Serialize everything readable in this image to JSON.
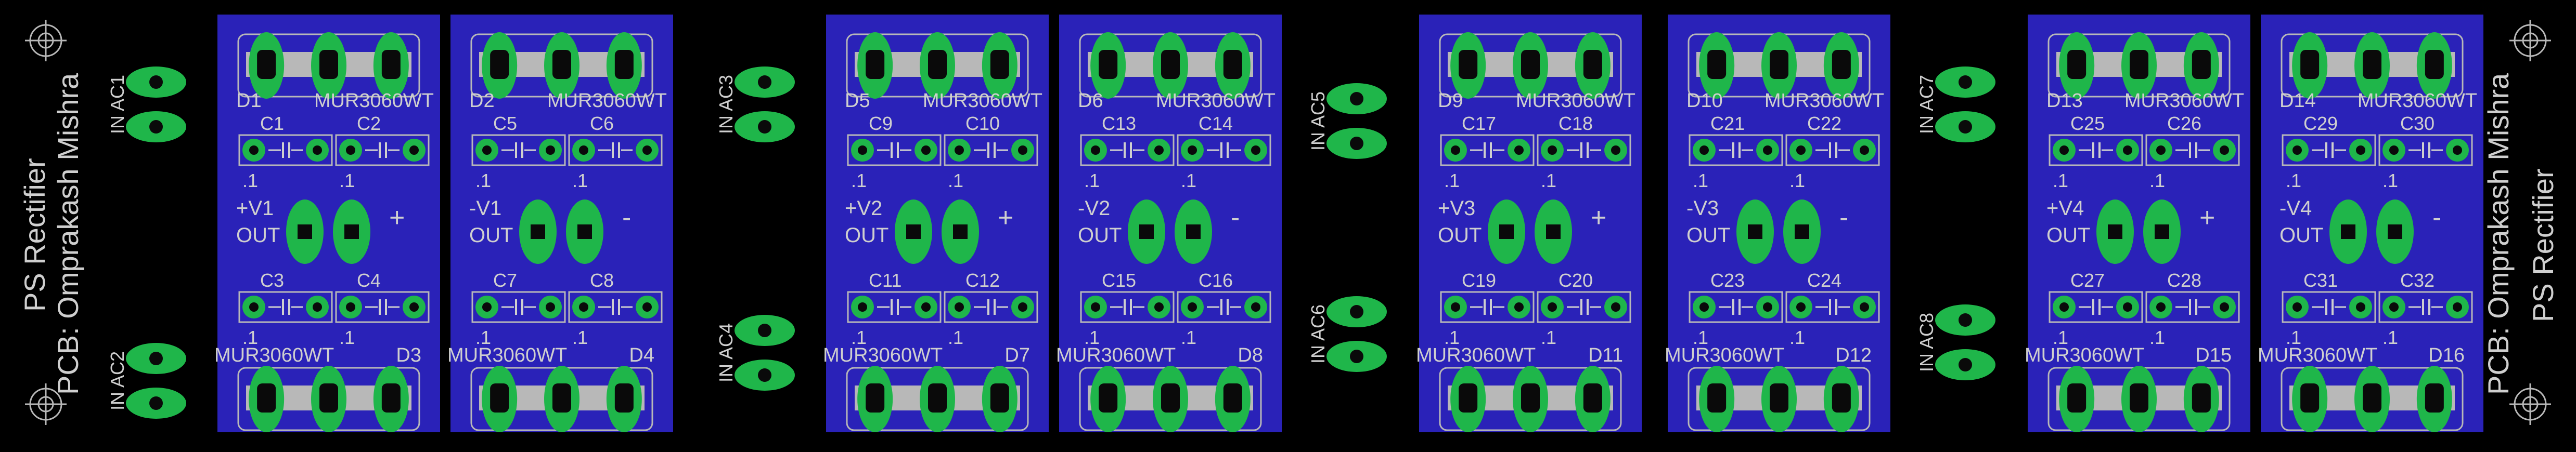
{
  "board": {
    "title": "PS Rectifier",
    "credit": "PCB: Omprakash Mishra"
  },
  "colors": {
    "background": "#000000",
    "copper_plane": "#2a22b8",
    "pad": "#1fb64a",
    "silkscreen": "#cfcfcf",
    "mask_outline": "#b8b8b8"
  },
  "ac_inputs": [
    {
      "label": "AC1",
      "side": "IN"
    },
    {
      "label": "AC2",
      "side": "IN"
    },
    {
      "label": "AC3",
      "side": "IN"
    },
    {
      "label": "AC4",
      "side": "IN"
    },
    {
      "label": "AC5",
      "side": "IN"
    },
    {
      "label": "AC6",
      "side": "IN"
    },
    {
      "label": "AC7",
      "side": "IN"
    },
    {
      "label": "AC8",
      "side": "IN"
    }
  ],
  "modules": [
    {
      "top_diode": "D1",
      "bottom_diode": "D3",
      "part": "MUR3060WT",
      "caps_top": [
        "C1",
        "C2"
      ],
      "caps_bottom": [
        "C3",
        "C4"
      ],
      "cap_value": ".1",
      "rail": "+V1",
      "out": "OUT",
      "polarity": "+"
    },
    {
      "top_diode": "D2",
      "bottom_diode": "D4",
      "part": "MUR3060WT",
      "caps_top": [
        "C5",
        "C6"
      ],
      "caps_bottom": [
        "C7",
        "C8"
      ],
      "cap_value": ".1",
      "rail": "-V1",
      "out": "OUT",
      "polarity": "-"
    },
    {
      "top_diode": "D5",
      "bottom_diode": "D7",
      "part": "MUR3060WT",
      "caps_top": [
        "C9",
        "C10"
      ],
      "caps_bottom": [
        "C11",
        "C12"
      ],
      "cap_value": ".1",
      "rail": "+V2",
      "out": "OUT",
      "polarity": "+"
    },
    {
      "top_diode": "D6",
      "bottom_diode": "D8",
      "part": "MUR3060WT",
      "caps_top": [
        "C13",
        "C14"
      ],
      "caps_bottom": [
        "C15",
        "C16"
      ],
      "cap_value": ".1",
      "rail": "-V2",
      "out": "OUT",
      "polarity": "-"
    },
    {
      "top_diode": "D9",
      "bottom_diode": "D11",
      "part": "MUR3060WT",
      "caps_top": [
        "C17",
        "C18"
      ],
      "caps_bottom": [
        "C19",
        "C20"
      ],
      "cap_value": ".1",
      "rail": "+V3",
      "out": "OUT",
      "polarity": "+"
    },
    {
      "top_diode": "D10",
      "bottom_diode": "D12",
      "part": "MUR3060WT",
      "caps_top": [
        "C21",
        "C22"
      ],
      "caps_bottom": [
        "C23",
        "C24"
      ],
      "cap_value": ".1",
      "rail": "-V3",
      "out": "OUT",
      "polarity": "-"
    },
    {
      "top_diode": "D13",
      "bottom_diode": "D15",
      "part": "MUR3060WT",
      "caps_top": [
        "C25",
        "C26"
      ],
      "caps_bottom": [
        "C27",
        "C28"
      ],
      "cap_value": ".1",
      "rail": "+V4",
      "out": "OUT",
      "polarity": "+"
    },
    {
      "top_diode": "D14",
      "bottom_diode": "D16",
      "part": "MUR3060WT",
      "caps_top": [
        "C29",
        "C30"
      ],
      "caps_bottom": [
        "C31",
        "C32"
      ],
      "cap_value": ".1",
      "rail": "-V4",
      "out": "OUT",
      "polarity": "-"
    }
  ]
}
